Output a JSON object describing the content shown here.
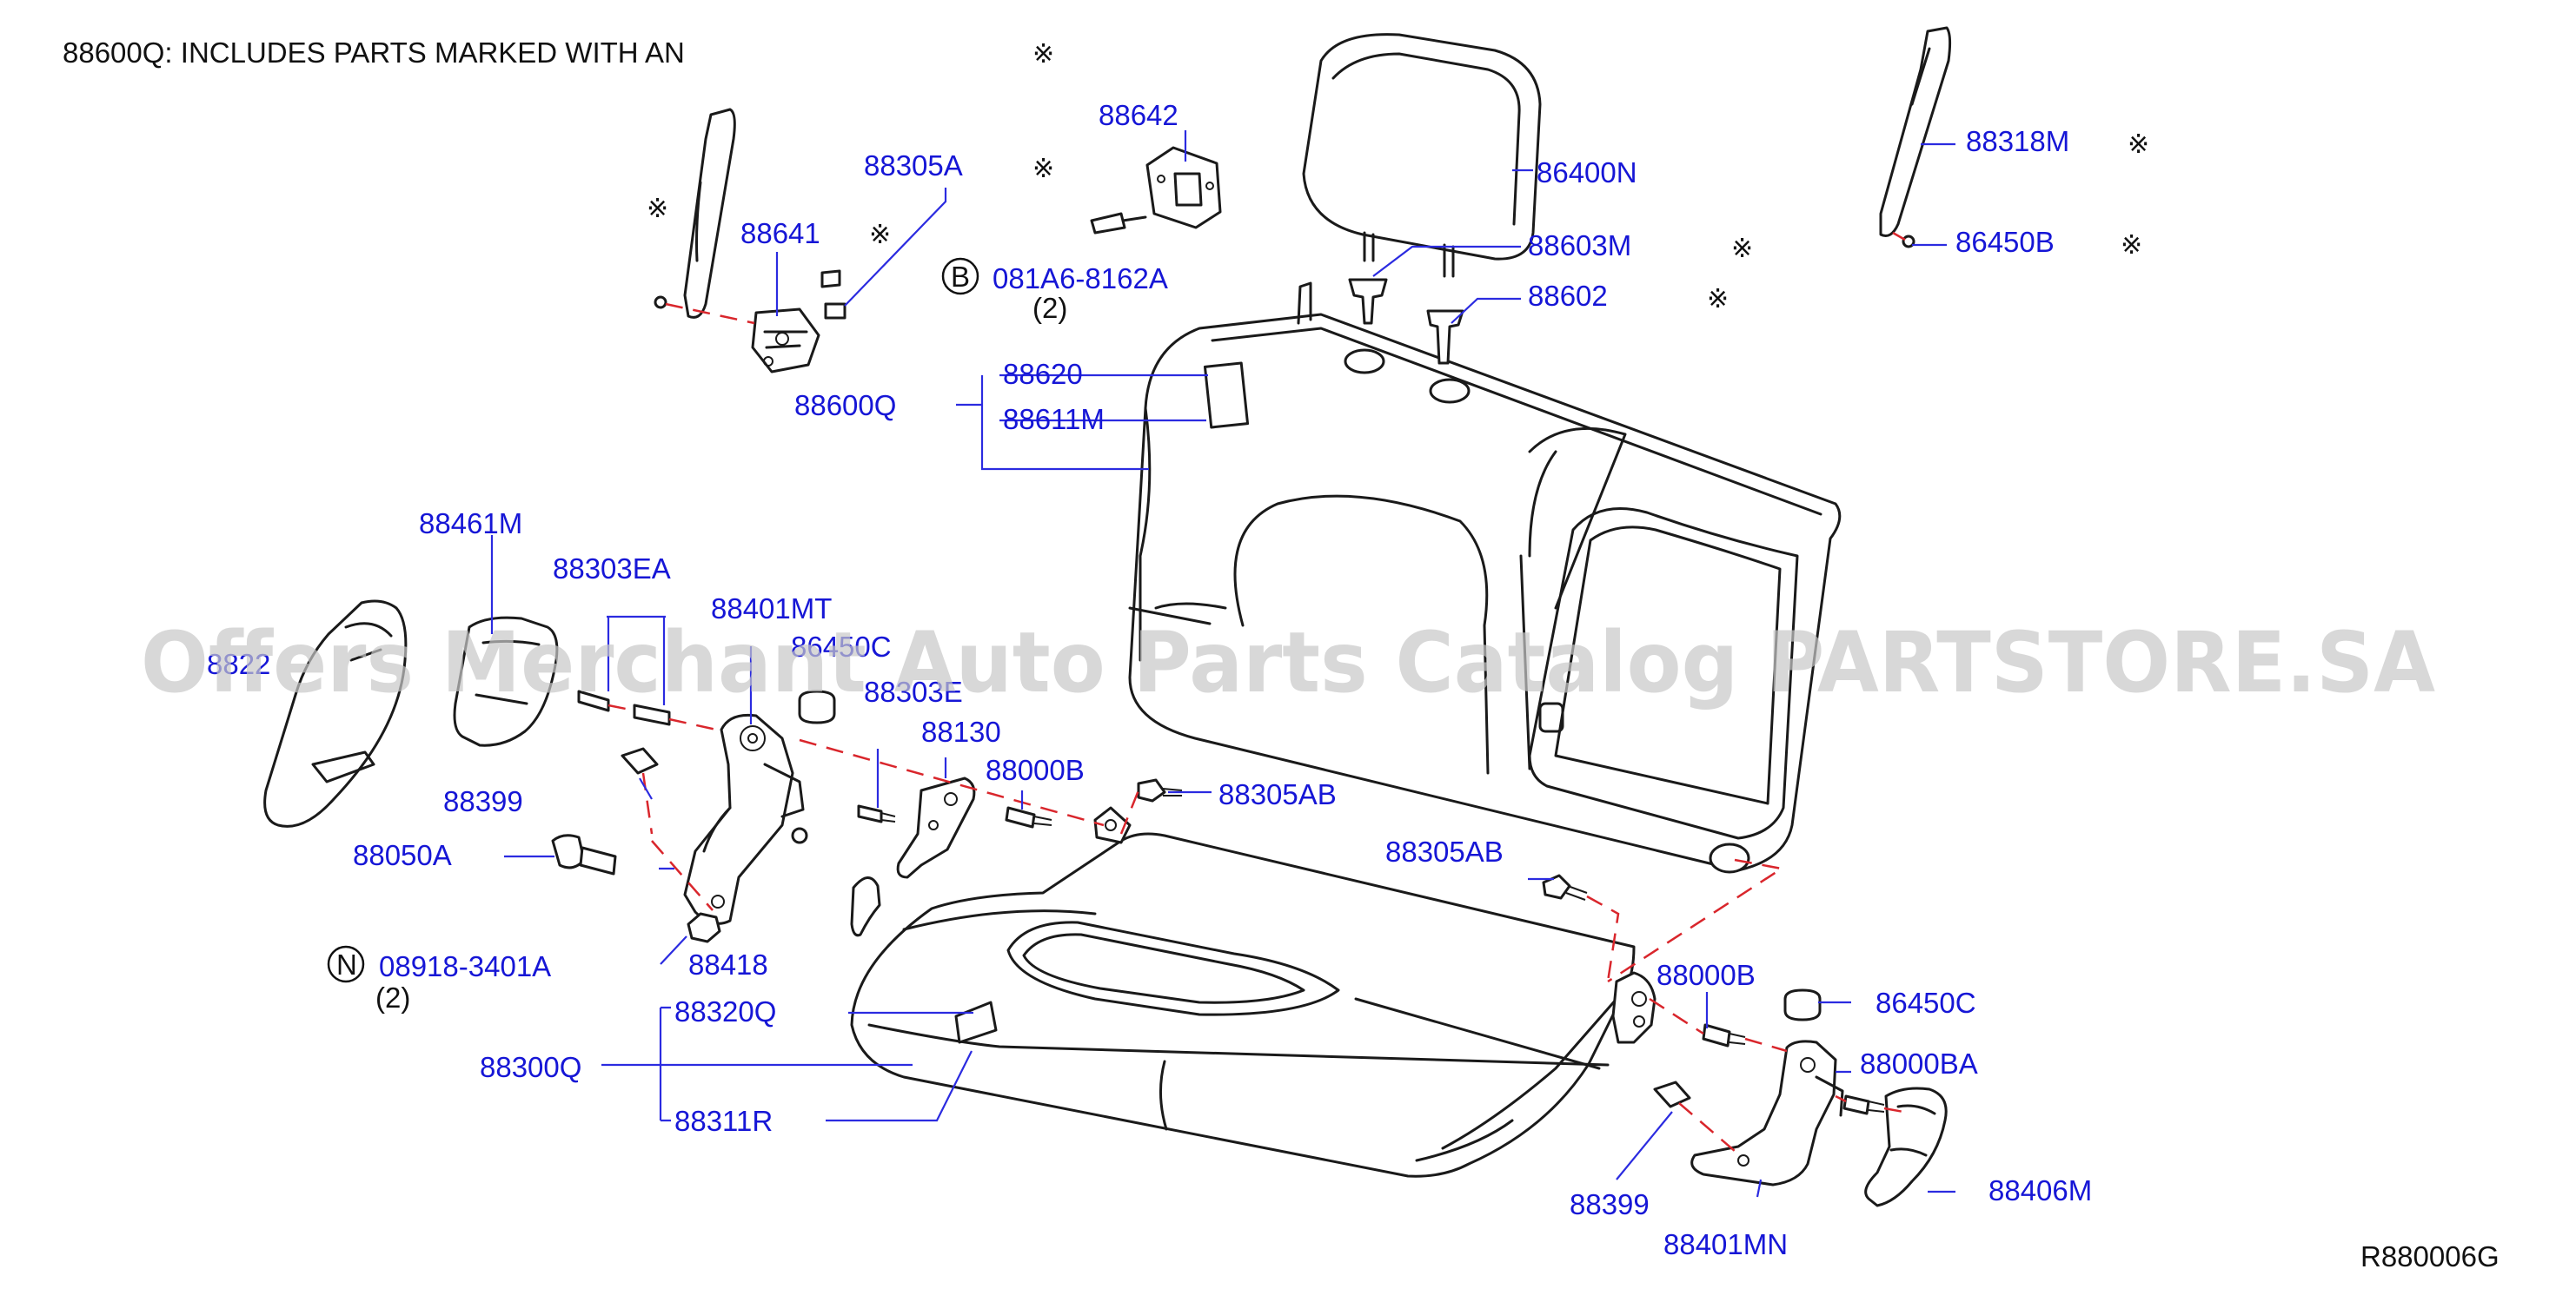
{
  "note": "88600Q:  INCLUDES  PARTS  MARKED  WITH  AN",
  "note_mark": "※",
  "drawing_code": "R880006G",
  "watermark": "Offers Merchant Auto Parts Catalog PARTSTORE.SA",
  "labels": {
    "p88642": "88642",
    "p88305A": "88305A",
    "p88641": "88641",
    "b_code": "081A6-8162A",
    "b_qty": "(2)",
    "p86400N": "86400N",
    "p88318M": "88318M",
    "p86450B": "86450B",
    "p88603M": "88603M",
    "p88602": "88602",
    "p88620": "88620",
    "p88600Q": "88600Q",
    "p88611M": "88611M",
    "p88461M": "88461M",
    "p88303EA": "88303EA",
    "p88401MT": "88401MT",
    "p86450C_top": "86450C",
    "p88303E": "88303E",
    "p8822": "8822",
    "p88130": "88130",
    "p88000B_top": "88000B",
    "p88399_left": "88399",
    "p88305AB_top": "88305AB",
    "p88050A": "88050A",
    "p88305AB_right": "88305AB",
    "n_code": "08918-3401A",
    "n_qty": "(2)",
    "p88418": "88418",
    "p88320Q": "88320Q",
    "p88000B_right": "88000B",
    "p86450C_right": "86450C",
    "p88300Q": "88300Q",
    "p88000BA": "88000BA",
    "p88311R": "88311R",
    "p88406M": "88406M",
    "p88399_right": "88399",
    "p88401MN": "88401MN"
  },
  "markers": {
    "circle_b": "B",
    "circle_n": "N"
  }
}
